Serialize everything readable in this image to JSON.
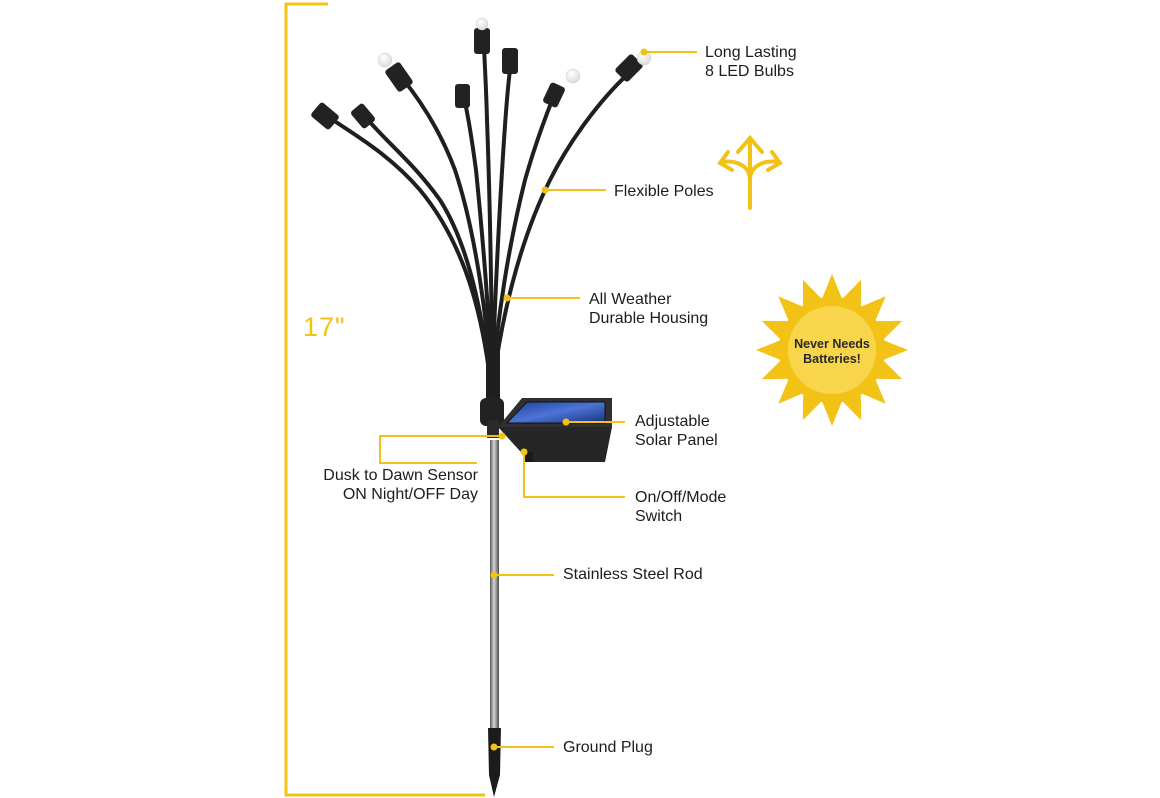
{
  "height_label": "17\"",
  "callouts": {
    "bulbs": [
      "Long Lasting",
      "8 LED Bulbs"
    ],
    "poles": [
      "Flexible Poles"
    ],
    "housing": [
      "All Weather",
      "Durable Housing"
    ],
    "solar_panel": [
      "Adjustable",
      "Solar Panel"
    ],
    "sensor": [
      "Dusk to Dawn Sensor",
      "ON Night/OFF Day"
    ],
    "switch": [
      "On/Off/Mode",
      "Switch"
    ],
    "rod": [
      "Stainless Steel Rod"
    ],
    "plug": [
      "Ground Plug"
    ]
  },
  "badge": [
    "Never Needs",
    "Batteries!"
  ],
  "colors": {
    "accent_yellow": "#f2c316",
    "product_black": "#1f1f1f",
    "panel_blue": "#2f55b8",
    "steel": "#8a8a8a"
  },
  "icons": {
    "flex_arrows": "flex-arrows-icon",
    "sun": "sun-icon"
  }
}
